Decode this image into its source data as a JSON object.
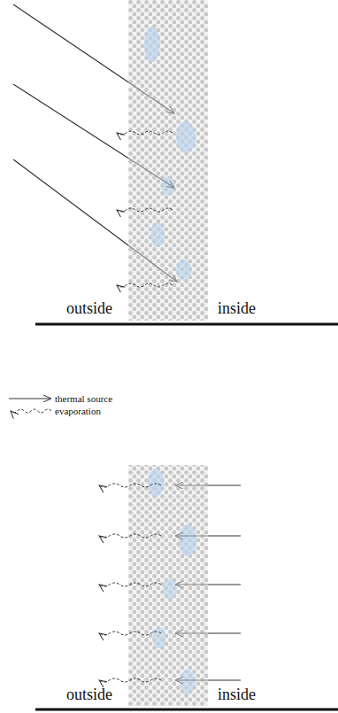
{
  "diagram": {
    "labels": [
      "outside",
      "inside",
      "outside",
      "inside"
    ],
    "legend": [
      {
        "text": "thermal source"
      },
      {
        "text": "evaporation"
      }
    ]
  }
}
